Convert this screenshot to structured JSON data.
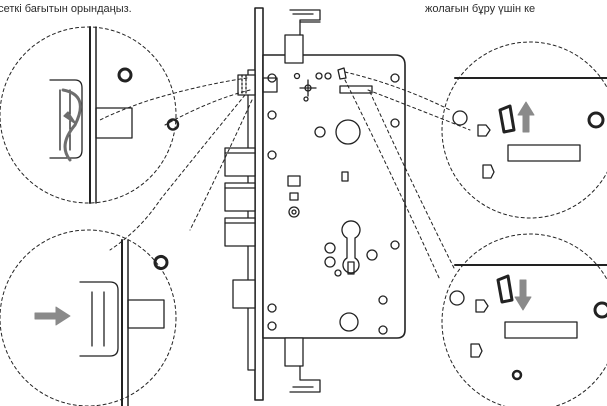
{
  "captions": {
    "left": "рсеткі бағытын орындаңыз.",
    "right": "жолағын бұру үшін ке"
  },
  "colors": {
    "line": "#222222",
    "arrow": "#8a8a8a",
    "background": "#ffffff"
  },
  "icons": {
    "push_arrow": "right-arrow",
    "slide_up": "up-arrow",
    "slide_down": "down-arrow",
    "rotate": "rotation-arrow"
  }
}
